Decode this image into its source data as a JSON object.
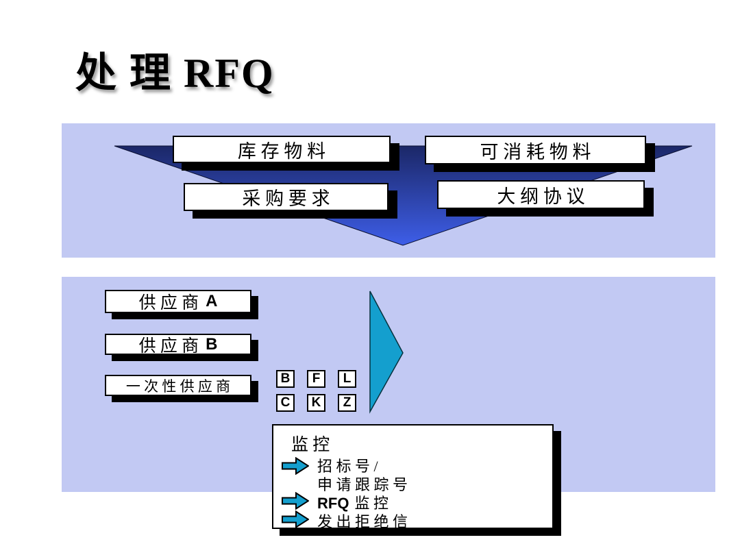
{
  "slide": {
    "title": "处 理 RFQ"
  },
  "colors": {
    "band_background": "#C2C9F3",
    "funnel_gradient_top": "#1B2767",
    "funnel_gradient_bottom": "#3E5EE8",
    "accent_teal": "#149FCE",
    "box_border": "#000000",
    "box_fill": "#FFFFFF",
    "shadow": "#000000"
  },
  "funnel": {
    "boxes": [
      {
        "label": "库 存 物 料"
      },
      {
        "label": "可 消 耗 物 料"
      },
      {
        "label": "采 购 要 求"
      },
      {
        "label": "大 纲 协 议"
      }
    ]
  },
  "suppliers": [
    {
      "label": "供 应 商",
      "suffix": "A"
    },
    {
      "label": "供 应 商",
      "suffix": "B"
    },
    {
      "label": "一 次 性 供 应 商",
      "suffix": ""
    }
  ],
  "vendor_codes": [
    [
      "B",
      "F",
      "L"
    ],
    [
      "C",
      "K",
      "Z"
    ]
  ],
  "monitor": {
    "title": "监 控",
    "lines": [
      {
        "text": "招 标 号 /"
      },
      {
        "text": "申 请 跟 踪 号"
      },
      {
        "bold": "RFQ",
        "text": "监 控"
      },
      {
        "text": "发 出 拒 绝 信"
      }
    ]
  }
}
